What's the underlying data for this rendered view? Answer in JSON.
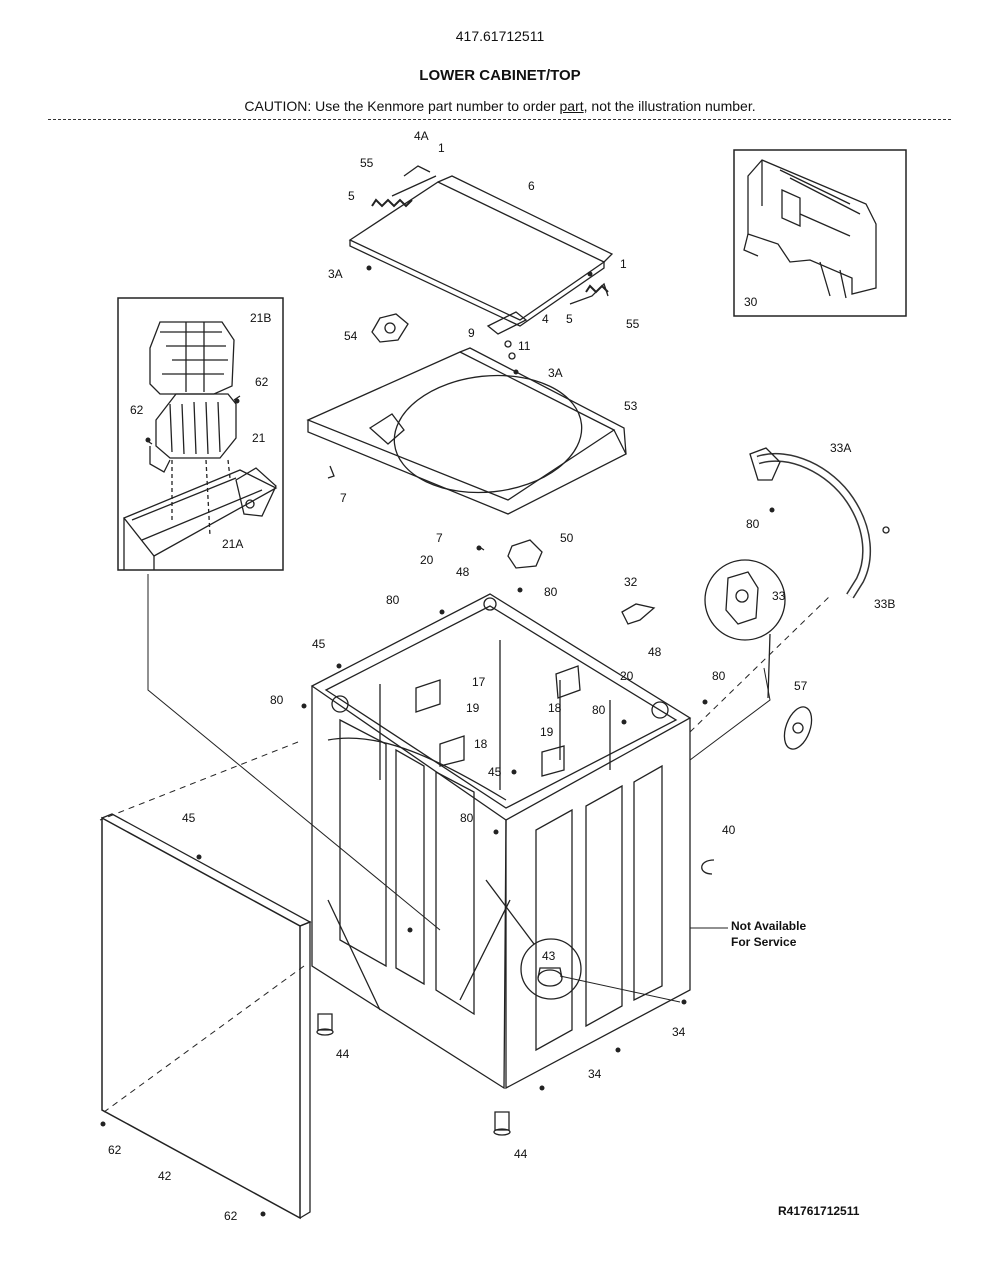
{
  "header": {
    "model": "417.61712511",
    "title": "LOWER CABINET/TOP",
    "caution_prefix": "CAUTION: Use the Kenmore part number to order ",
    "caution_link": "part",
    "caution_suffix": ", not the illustration number."
  },
  "callouts": [
    "1",
    "4A",
    "55",
    "6",
    "5",
    "3A",
    "1",
    "4",
    "5",
    "55",
    "9",
    "11",
    "3A",
    "54",
    "53",
    "7",
    "21B",
    "62",
    "62",
    "21",
    "21A",
    "30",
    "33A",
    "80",
    "33",
    "33B",
    "7",
    "50",
    "20",
    "48",
    "80",
    "32",
    "80",
    "45",
    "80",
    "17",
    "19",
    "18",
    "20",
    "48",
    "80",
    "80",
    "19",
    "18",
    "45",
    "57",
    "80",
    "45",
    "40",
    "43",
    "34",
    "44",
    "34",
    "44",
    "62",
    "42",
    "62"
  ],
  "note": {
    "line1": "Not Available",
    "line2": "For Service"
  },
  "reference_number": "R41761712511"
}
